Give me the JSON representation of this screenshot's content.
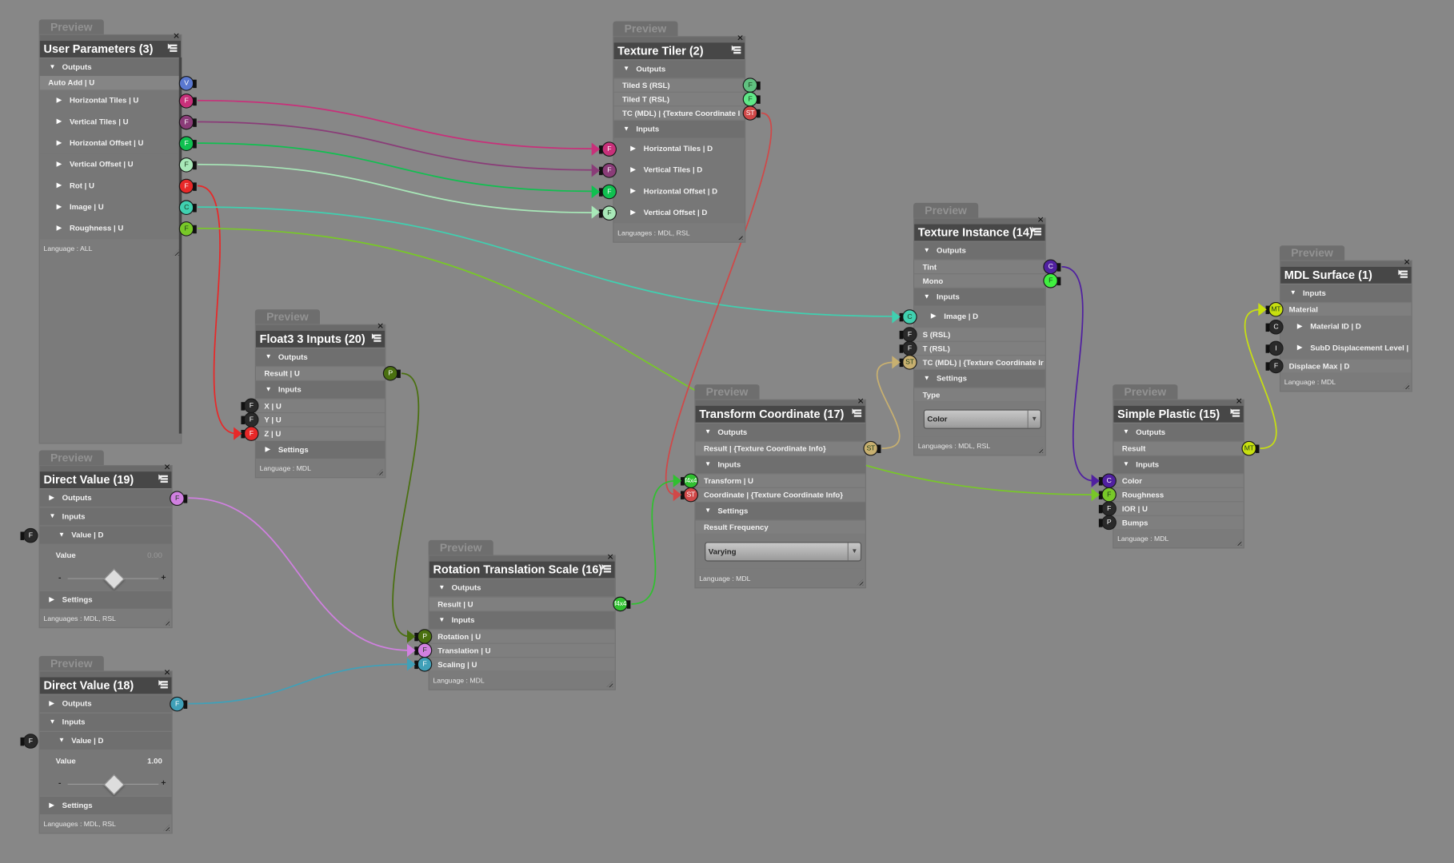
{
  "preview_label": "Preview",
  "nodes": [
    {
      "id": "up",
      "title": "User Parameters (3)",
      "rows": [
        {
          "type": "sec",
          "label": "Outputs",
          "open": true
        },
        {
          "type": "auto",
          "label": "Auto Add  | U",
          "out": {
            "id": "up.auto",
            "t": "V",
            "c": "#5a78d0"
          }
        },
        {
          "type": "sub",
          "label": "Horizontal Tiles  | U",
          "out": {
            "id": "up.htiles",
            "t": "F",
            "c": "#c8307a"
          }
        },
        {
          "type": "sub",
          "label": "Vertical Tiles  | U",
          "out": {
            "id": "up.vtiles",
            "t": "F",
            "c": "#8a3c78"
          }
        },
        {
          "type": "sub",
          "label": "Horizontal Offset  | U",
          "out": {
            "id": "up.hoff",
            "t": "F",
            "c": "#10c050"
          }
        },
        {
          "type": "sub",
          "label": "Vertical Offset  | U",
          "out": {
            "id": "up.voff",
            "t": "F",
            "c": "#a8e8b8"
          }
        },
        {
          "type": "sub",
          "label": "Rot  | U",
          "out": {
            "id": "up.rot",
            "t": "F",
            "c": "#e82828"
          }
        },
        {
          "type": "sub",
          "label": "Image  | U",
          "out": {
            "id": "up.image",
            "t": "C",
            "c": "#40d0b0"
          }
        },
        {
          "type": "sub",
          "label": "Roughness  | U",
          "out": {
            "id": "up.rough",
            "t": "F",
            "c": "#78c828"
          }
        }
      ],
      "footer": "Language : ALL"
    },
    {
      "id": "tt",
      "title": "Texture Tiler (2)",
      "rows": [
        {
          "type": "sec",
          "label": "Outputs",
          "open": true
        },
        {
          "type": "item",
          "label": "Tiled S (RSL)",
          "out": {
            "id": "tt.s",
            "t": "F",
            "c": "#60c080"
          }
        },
        {
          "type": "item",
          "label": "Tiled T (RSL)",
          "out": {
            "id": "tt.t",
            "t": "F",
            "c": "#60e888"
          }
        },
        {
          "type": "item",
          "label": "TC (MDL)  | {Texture Coordinate I",
          "out": {
            "id": "tt.tc",
            "t": "ST",
            "c": "#d04848"
          }
        },
        {
          "type": "sec",
          "label": "Inputs",
          "open": true
        },
        {
          "type": "sub",
          "label": "Horizontal Tiles  | D",
          "in": {
            "id": "tt.htiles",
            "t": "F",
            "c": "#c8307a"
          }
        },
        {
          "type": "sub",
          "label": "Vertical Tiles  | D",
          "in": {
            "id": "tt.vtiles",
            "t": "F",
            "c": "#8a3c78"
          }
        },
        {
          "type": "sub",
          "label": "Horizontal Offset  | D",
          "in": {
            "id": "tt.hoff",
            "t": "F",
            "c": "#10c050"
          }
        },
        {
          "type": "sub",
          "label": "Vertical Offset  | D",
          "in": {
            "id": "tt.voff",
            "t": "F",
            "c": "#a8e8b8"
          }
        }
      ],
      "footer": "Languages : MDL, RSL"
    },
    {
      "id": "f3",
      "title": "Float3 3 Inputs (20)",
      "rows": [
        {
          "type": "sec",
          "label": "Outputs",
          "open": true
        },
        {
          "type": "item",
          "label": "Result  | U",
          "out": {
            "id": "f3.result",
            "t": "P",
            "c": "#4a7010"
          }
        },
        {
          "type": "sec",
          "label": "Inputs",
          "open": true
        },
        {
          "type": "item",
          "label": "X  | U",
          "in": {
            "id": "f3.x",
            "t": "F",
            "c": "#2a2a2a"
          }
        },
        {
          "type": "item",
          "label": "Y  | U",
          "in": {
            "id": "f3.y",
            "t": "F",
            "c": "#2a2a2a"
          }
        },
        {
          "type": "item",
          "label": "Z  | U",
          "in": {
            "id": "f3.z",
            "t": "F",
            "c": "#e82828"
          }
        },
        {
          "type": "sec",
          "label": "Settings",
          "open": false
        }
      ],
      "footer": "Language : MDL"
    },
    {
      "id": "ti",
      "title": "Texture Instance (14)",
      "rows": [
        {
          "type": "sec",
          "label": "Outputs",
          "open": true
        },
        {
          "type": "item",
          "label": "Tint",
          "out": {
            "id": "ti.tint",
            "t": "C",
            "c": "#5020a0"
          }
        },
        {
          "type": "item",
          "label": "Mono",
          "out": {
            "id": "ti.mono",
            "t": "F",
            "c": "#40f040"
          }
        },
        {
          "type": "sec",
          "label": "Inputs",
          "open": true
        },
        {
          "type": "sub",
          "label": "Image  | D",
          "in": {
            "id": "ti.image",
            "t": "C",
            "c": "#40d0b0"
          }
        },
        {
          "type": "item",
          "label": "S (RSL)",
          "in": {
            "id": "ti.s",
            "t": "F",
            "c": "#2a2a2a"
          }
        },
        {
          "type": "item",
          "label": "T (RSL)",
          "in": {
            "id": "ti.t",
            "t": "F",
            "c": "#2a2a2a"
          }
        },
        {
          "type": "item",
          "label": "TC (MDL)  | {Texture Coordinate Ir",
          "in": {
            "id": "ti.tc",
            "t": "ST",
            "c": "#c8b070"
          }
        },
        {
          "type": "sec",
          "label": "Settings",
          "open": true
        },
        {
          "type": "item",
          "label": "Type"
        },
        {
          "type": "dd",
          "label": "Color"
        }
      ],
      "footer": "Languages : MDL, RSL"
    },
    {
      "id": "mdl",
      "title": "MDL Surface (1)",
      "rows": [
        {
          "type": "sec",
          "label": "Inputs",
          "open": true
        },
        {
          "type": "item",
          "label": "Material",
          "in": {
            "id": "mdl.material",
            "t": "MT",
            "c": "#c8e010"
          }
        },
        {
          "type": "sub",
          "label": "Material ID  | D",
          "in": {
            "id": "mdl.matid",
            "t": "C",
            "c": "#2a2a2a"
          }
        },
        {
          "type": "sub",
          "label": "SubD Displacement Level  |",
          "in": {
            "id": "mdl.subd",
            "t": "I",
            "c": "#2a2a2a"
          }
        },
        {
          "type": "item",
          "label": "Displace Max  | D",
          "in": {
            "id": "mdl.dmax",
            "t": "F",
            "c": "#2a2a2a"
          }
        }
      ],
      "footer": "Language : MDL"
    },
    {
      "id": "tc",
      "title": "Transform Coordinate (17)",
      "rows": [
        {
          "type": "sec",
          "label": "Outputs",
          "open": true
        },
        {
          "type": "item",
          "label": "Result  | {Texture Coordinate Info}",
          "out": {
            "id": "tc.result",
            "t": "ST",
            "c": "#c8b070"
          }
        },
        {
          "type": "sec",
          "label": "Inputs",
          "open": true
        },
        {
          "type": "item",
          "label": "Transform  | U",
          "in": {
            "id": "tc.transform",
            "t": "f4x4",
            "c": "#30c030"
          }
        },
        {
          "type": "item",
          "label": "Coordinate  | {Texture Coordinate Info}",
          "in": {
            "id": "tc.coord",
            "t": "ST",
            "c": "#d04848"
          }
        },
        {
          "type": "sec",
          "label": "Settings",
          "open": true
        },
        {
          "type": "item",
          "label": "Result Frequency"
        },
        {
          "type": "dd",
          "label": "Varying"
        }
      ],
      "footer": "Language : MDL"
    },
    {
      "id": "sp",
      "title": "Simple Plastic (15)",
      "rows": [
        {
          "type": "sec",
          "label": "Outputs",
          "open": true
        },
        {
          "type": "item",
          "label": "Result",
          "out": {
            "id": "sp.result",
            "t": "MT",
            "c": "#c8e010"
          }
        },
        {
          "type": "sec",
          "label": "Inputs",
          "open": true
        },
        {
          "type": "item",
          "label": "Color",
          "in": {
            "id": "sp.color",
            "t": "C",
            "c": "#5020a0"
          }
        },
        {
          "type": "item",
          "label": "Roughness",
          "in": {
            "id": "sp.rough",
            "t": "F",
            "c": "#78c828"
          }
        },
        {
          "type": "item",
          "label": "IOR  | U",
          "in": {
            "id": "sp.ior",
            "t": "F",
            "c": "#2a2a2a"
          }
        },
        {
          "type": "item",
          "label": "Bumps",
          "in": {
            "id": "sp.bumps",
            "t": "P",
            "c": "#2a2a2a"
          }
        }
      ],
      "footer": "Language : MDL"
    },
    {
      "id": "rts",
      "title": "Rotation Translation Scale (16)",
      "rows": [
        {
          "type": "sec",
          "label": "Outputs",
          "open": true
        },
        {
          "type": "item",
          "label": "Result  | U",
          "out": {
            "id": "rts.result",
            "t": "f4x4",
            "c": "#30c030"
          }
        },
        {
          "type": "sec",
          "label": "Inputs",
          "open": true
        },
        {
          "type": "item",
          "label": "Rotation  | U",
          "in": {
            "id": "rts.rot",
            "t": "P",
            "c": "#4a7010"
          }
        },
        {
          "type": "item",
          "label": "Translation  | U",
          "in": {
            "id": "rts.trans",
            "t": "F",
            "c": "#d080e0"
          }
        },
        {
          "type": "item",
          "label": "Scaling  | U",
          "in": {
            "id": "rts.scale",
            "t": "F",
            "c": "#40a0b8"
          }
        }
      ],
      "footer": "Language : MDL"
    },
    {
      "id": "dv19",
      "title": "Direct Value (19)",
      "rows": [
        {
          "type": "sec",
          "label": "Outputs",
          "open": false,
          "out": {
            "id": "dv19.out",
            "t": "F",
            "c": "#d080e0"
          }
        },
        {
          "type": "sec",
          "label": "Inputs",
          "open": true
        },
        {
          "type": "sec",
          "ind": true,
          "label": "Value  | D",
          "open": true,
          "in": {
            "id": "dv19.in",
            "t": "F",
            "c": "#2a2a2a"
          }
        },
        {
          "type": "val",
          "label": "Value",
          "value": "0.00",
          "strong": false
        },
        {
          "type": "slider",
          "minus": "-",
          "plus": "+",
          "fraction": 0.5
        },
        {
          "type": "sec",
          "label": "Settings",
          "open": false
        }
      ],
      "footer": "Languages : MDL, RSL"
    },
    {
      "id": "dv18",
      "title": "Direct Value (18)",
      "rows": [
        {
          "type": "sec",
          "label": "Outputs",
          "open": false,
          "out": {
            "id": "dv18.out",
            "t": "F",
            "c": "#40a0b8"
          }
        },
        {
          "type": "sec",
          "label": "Inputs",
          "open": true
        },
        {
          "type": "sec",
          "ind": true,
          "label": "Value  | D",
          "open": true,
          "in": {
            "id": "dv18.in",
            "t": "F",
            "c": "#2a2a2a"
          }
        },
        {
          "type": "val",
          "label": "Value",
          "value": "1.00",
          "strong": true
        },
        {
          "type": "slider",
          "minus": "-",
          "plus": "+",
          "fraction": 0.5
        },
        {
          "type": "sec",
          "label": "Settings",
          "open": false
        }
      ],
      "footer": "Languages : MDL, RSL"
    }
  ],
  "connections": [
    {
      "from": "up.htiles",
      "to": "tt.htiles",
      "color": "#c8307a"
    },
    {
      "from": "up.vtiles",
      "to": "tt.vtiles",
      "color": "#8a3c78"
    },
    {
      "from": "up.hoff",
      "to": "tt.hoff",
      "color": "#10c050"
    },
    {
      "from": "up.voff",
      "to": "tt.voff",
      "color": "#a8e8b8"
    },
    {
      "from": "up.rot",
      "to": "f3.z",
      "color": "#e82828"
    },
    {
      "from": "up.image",
      "to": "ti.image",
      "color": "#40d0b0"
    },
    {
      "from": "up.rough",
      "to": "sp.rough",
      "color": "#78c828"
    },
    {
      "from": "tt.tc",
      "to": "tc.coord",
      "color": "#d04848"
    },
    {
      "from": "ti.tint",
      "to": "sp.color",
      "color": "#5020a0"
    },
    {
      "from": "tc.result",
      "to": "ti.tc",
      "color": "#c8b070"
    },
    {
      "from": "f3.result",
      "to": "rts.rot",
      "color": "#4a7010"
    },
    {
      "from": "dv19.out",
      "to": "rts.trans",
      "color": "#d080e0"
    },
    {
      "from": "dv18.out",
      "to": "rts.scale",
      "color": "#40a0b8"
    },
    {
      "from": "rts.result",
      "to": "tc.transform",
      "color": "#30c030"
    },
    {
      "from": "sp.result",
      "to": "mdl.material",
      "color": "#c8e010"
    }
  ]
}
